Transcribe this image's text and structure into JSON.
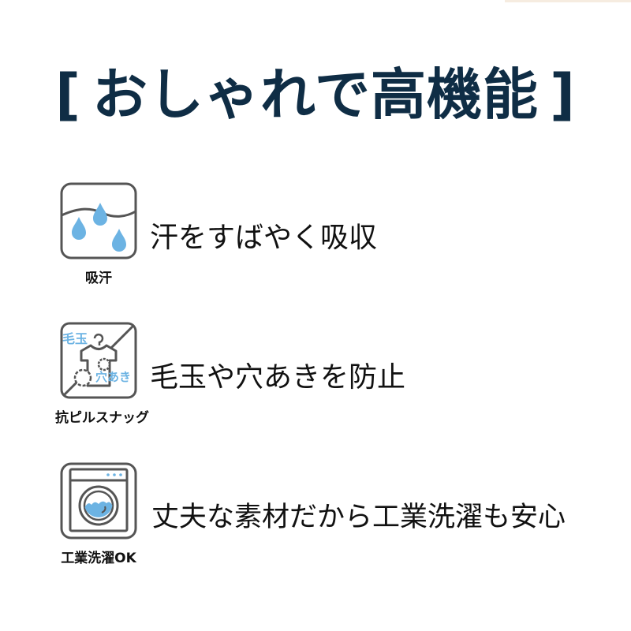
{
  "header": {
    "bracket_open": "[",
    "title": "おしゃれで高機能",
    "bracket_close": "]"
  },
  "features": [
    {
      "icon": "sweat-absorb-icon",
      "icon_label": "吸汗",
      "text": "汗をすばやく吸収"
    },
    {
      "icon": "anti-pilling-icon",
      "icon_label": "抗ピルスナッグ",
      "icon_inner_text_1": "毛玉",
      "icon_inner_text_2": "穴あき",
      "text": "毛玉や穴あきを防止"
    },
    {
      "icon": "washing-machine-icon",
      "icon_label": "工業洗濯OK",
      "text": "丈夫な素材だから工業洗濯も安心"
    }
  ],
  "colors": {
    "title": "#0f2d45",
    "icon_stroke": "#555555",
    "accent_blue": "#6cb3e3",
    "text": "#111111"
  }
}
